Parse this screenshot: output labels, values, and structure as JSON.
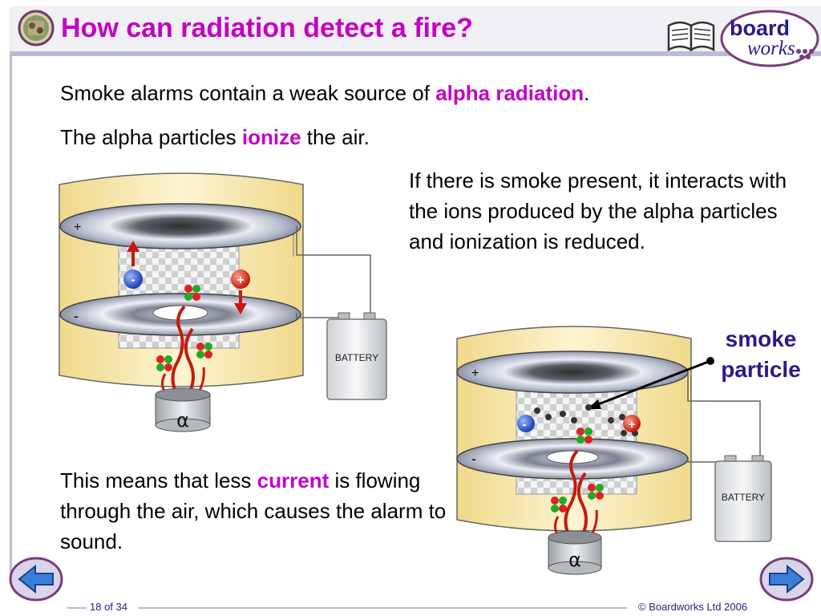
{
  "slide": {
    "title": "How can radiation detect a fire?",
    "para1": {
      "before": "Smoke alarms contain a weak source of ",
      "highlight": "alpha radiation",
      "after": "."
    },
    "para2": {
      "before": "The alpha particles ",
      "highlight": "ionize",
      "after": " the air."
    },
    "para3": "If there is smoke present, it interacts with the ions produced by the alpha particles and ionization is reduced.",
    "para4": {
      "before": "This means that less ",
      "highlight": "current",
      "after": " is flowing through the air, which causes the alarm to sound."
    },
    "smoke_label_line1": "smoke",
    "smoke_label_line2": "particle"
  },
  "diagram1": {
    "plus": "+",
    "minus": "-",
    "battery": "BATTERY",
    "source": "α",
    "ion_neg": "-",
    "ion_pos": "+"
  },
  "diagram2": {
    "plus": "+",
    "minus": "-",
    "battery": "BATTERY",
    "source": "α",
    "ion_neg": "-",
    "ion_pos": "+"
  },
  "brand": {
    "line1": "board",
    "line2": "works"
  },
  "footer": {
    "page": "18 of 34",
    "copyright": "© Boardworks Ltd 2006"
  },
  "nav": {
    "prev": "previous-slide",
    "next": "next-slide"
  },
  "colors": {
    "accent": "#c400c4",
    "navy": "#2a1a8a",
    "header_bg": "#f1f1f5",
    "rule": "#b9bdd6"
  }
}
